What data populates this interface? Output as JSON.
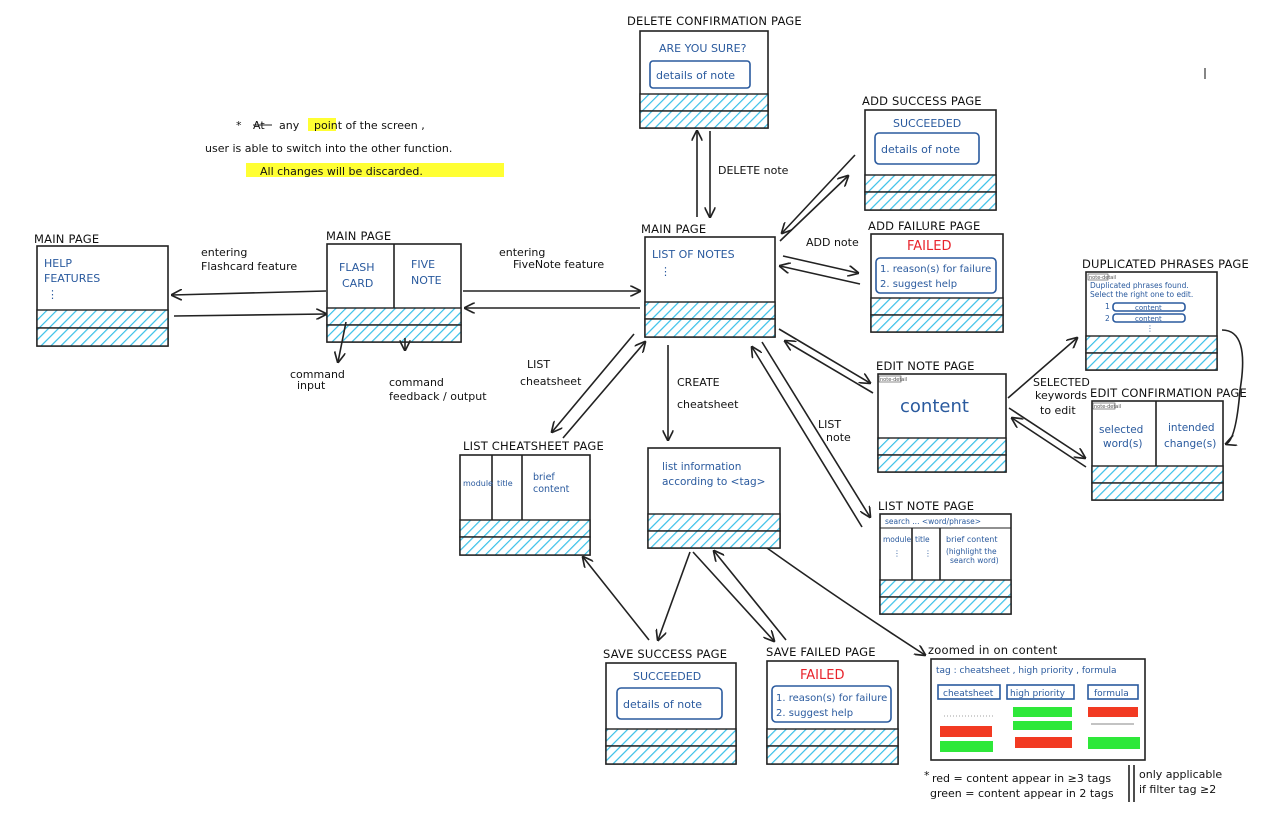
{
  "banner": {
    "line1_star": "*",
    "line1_strike": "At",
    "line1_hl": "any",
    "line1_rest": "point of the screen ,",
    "line2": "user is able to switch into the other function.",
    "line3": "All changes will be discarded."
  },
  "pages": {
    "main_help": {
      "title": "MAIN PAGE",
      "line1": "HELP",
      "line2": "FEATURES",
      "dots": "⋮"
    },
    "main_mode": {
      "title": "MAIN PAGE",
      "left1": "FLASH",
      "left2": "CARD",
      "right1": "FIVE",
      "right2": "NOTE"
    },
    "main_notes": {
      "title": "MAIN PAGE",
      "line1": "LIST OF NOTES",
      "dots": "⋮"
    },
    "delete_confirm": {
      "title": "DELETE CONFIRMATION PAGE",
      "heading": "ARE YOU SURE?",
      "box": "details of note"
    },
    "add_success": {
      "title": "ADD SUCCESS PAGE",
      "heading": "SUCCEEDED",
      "box": "details of note"
    },
    "add_failure": {
      "title": "ADD FAILURE PAGE",
      "heading": "FAILED",
      "line1": "1. reason(s) for failure",
      "line2": "2. suggest help"
    },
    "dup_phrases": {
      "title": "DUPLICATED PHRASES PAGE",
      "tag": "note-detail",
      "line1": "Duplicated phrases found.",
      "line2": "Select the right one to edit.",
      "n1": "1",
      "n2": "2",
      "opt1": "content",
      "opt2": "content",
      "dots": "⋮"
    },
    "edit_note": {
      "title": "EDIT NOTE PAGE",
      "tag": "note-detail",
      "content": "content"
    },
    "edit_confirm": {
      "title": "EDIT CONFIRMATION PAGE",
      "tag": "note-detail",
      "left1": "selected",
      "left2": "word(s)",
      "right1": "intended",
      "right2": "change(s)"
    },
    "list_cheat": {
      "title": "LIST CHEATSHEET PAGE",
      "col1": "module",
      "col2": "title",
      "col3a": "brief",
      "col3b": "content"
    },
    "create_cheat": {
      "line1": "list information",
      "line2": "according to <tag>"
    },
    "list_note": {
      "title": "LIST NOTE PAGE",
      "search": "search ... <word/phrase>",
      "col1": "module",
      "col2": "title",
      "col3a": "brief content",
      "col3b": "(highlight the",
      "col3c": "search word)",
      "dots": "⋮"
    },
    "save_success": {
      "title": "SAVE SUCCESS PAGE",
      "heading": "SUCCEEDED",
      "box": "details of note"
    },
    "save_failed": {
      "title": "SAVE FAILED PAGE",
      "heading": "FAILED",
      "line1": "1. reason(s) for failure",
      "line2": "2. suggest help"
    },
    "zoomed": {
      "title": "zoomed in on content",
      "tagline": "tag : cheatsheet , high priority , formula",
      "tab1": "cheatsheet",
      "tab2": "high priority",
      "tab3": "formula"
    }
  },
  "arrows": {
    "entering_flashcard_1": "entering",
    "entering_flashcard_2": "Flashcard feature",
    "entering_fivenote_1": "entering",
    "entering_fivenote_2": "FiveNote feature",
    "delete_note": "DELETE note",
    "add_note": "ADD note",
    "selected_1": "SELECTED",
    "selected_2": "keywords",
    "selected_3": "to edit",
    "list_note_1": "LIST",
    "list_note_2": "note",
    "list_cheat_1": "LIST",
    "list_cheat_2": "cheatsheet",
    "create_1": "CREATE",
    "create_2": "cheatsheet",
    "command_input_1": "command",
    "command_input_2": "input",
    "command_feedback_1": "command",
    "command_feedback_2": "feedback / output"
  },
  "legend": {
    "star": "*",
    "red": "red = content appear in ≥3 tags",
    "green": "green = content appear in 2 tags",
    "only1": "only applicable",
    "only2": "if filter tag ≥2"
  },
  "colors": {
    "ink": "#222222",
    "blue": "#2a5a9e",
    "red": "#e8232b",
    "hatch": "#38c0e8",
    "highlight": "#ffff33",
    "green": "#2ee83a",
    "redblock": "#f23a22"
  }
}
